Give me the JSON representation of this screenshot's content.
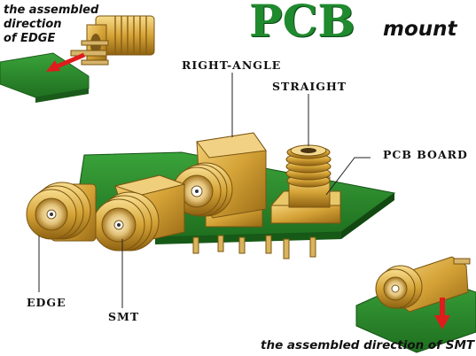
{
  "title": {
    "main": "PCB",
    "sub": "mount"
  },
  "top_left_caption": {
    "line1": "the assembled",
    "line2": "direction",
    "line3": "of EDGE"
  },
  "bottom_caption": "the assembled direction of SMT",
  "labels": {
    "right_angle": "RIGHT-ANGLE",
    "straight": "STRAIGHT",
    "pcb_board": "PCB BOARD",
    "edge": "EDGE",
    "smt": "SMT"
  },
  "colors": {
    "title_green": "#1f8a2e",
    "board_green": "#2f8f2a",
    "gold": "#d9a93a",
    "arrow_red": "#e01b1b"
  }
}
